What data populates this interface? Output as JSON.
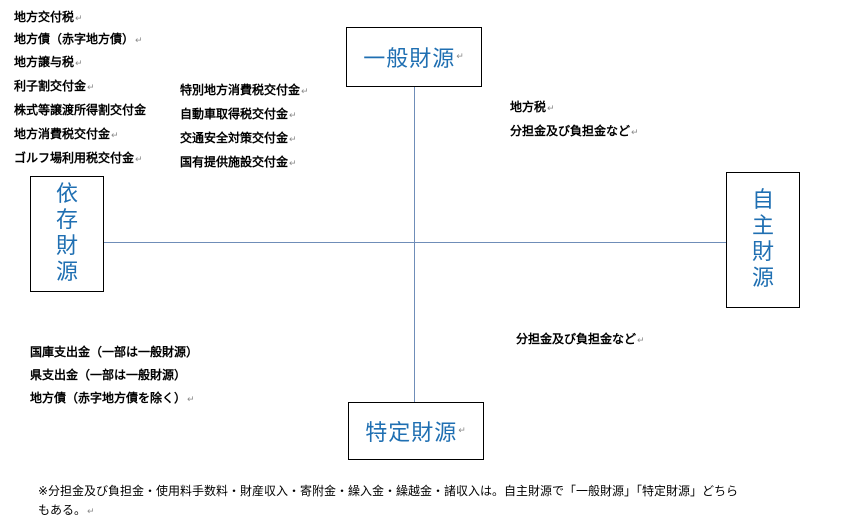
{
  "boxes": {
    "top": "一般財源",
    "bottom": "特定財源",
    "left": [
      "依",
      "存",
      "財",
      "源"
    ],
    "right": [
      "自",
      "主",
      "財",
      "源"
    ]
  },
  "return_mark": "↵",
  "lists": {
    "dependent_general_col1": [
      "地方交付税",
      "地方債（赤字地方債）",
      "地方譲与税",
      "利子割交付金",
      "株式等譲渡所得割交付金",
      "地方消費税交付金",
      "ゴルフ場利用税交付金"
    ],
    "dependent_general_col2": [
      "特別地方消費税交付金",
      "自動車取得税交付金",
      "交通安全対策交付金",
      "国有提供施設交付金"
    ],
    "independent_general": [
      "地方税",
      "分担金及び負担金など"
    ],
    "independent_specific": [
      "分担金及び負担金など"
    ],
    "dependent_specific": [
      "国庫支出金（一部は一般財源）",
      "県支出金（一部は一般財源）",
      "地方債（赤字地方債を除く）"
    ]
  },
  "footnote": {
    "line1": "※分担金及び負担金・使用料手数料・財産収入・寄附金・繰入金・繰越金・諸収入は。自主財源で「一般財源」「特定財源」どちら",
    "line2": "もある。"
  }
}
